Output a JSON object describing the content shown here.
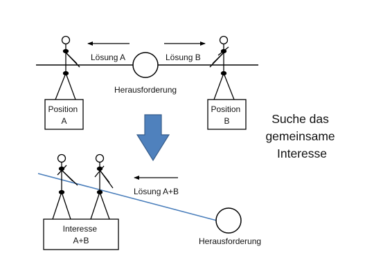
{
  "top": {
    "left_solution": "Lösung A",
    "right_solution": "Lösung B",
    "challenge": "Herausforderung",
    "position_a": [
      "Position",
      "A"
    ],
    "position_b": [
      "Position",
      "B"
    ]
  },
  "side_text": [
    "Suche das",
    "gemeinsame",
    "Interesse"
  ],
  "bottom": {
    "shared_solution": "Lösung A+B",
    "interest": [
      "Interesse",
      "A+B"
    ],
    "challenge": "Herausforderung"
  },
  "colors": {
    "arrow_fill": "#4F81BD",
    "arrow_stroke": "#385D8A",
    "slope_line": "#4A7EBB",
    "ink": "#000000"
  },
  "icons": {
    "down_arrow": "down-arrow-icon",
    "figure": "stick-figure-icon",
    "ball": "circle-icon"
  }
}
